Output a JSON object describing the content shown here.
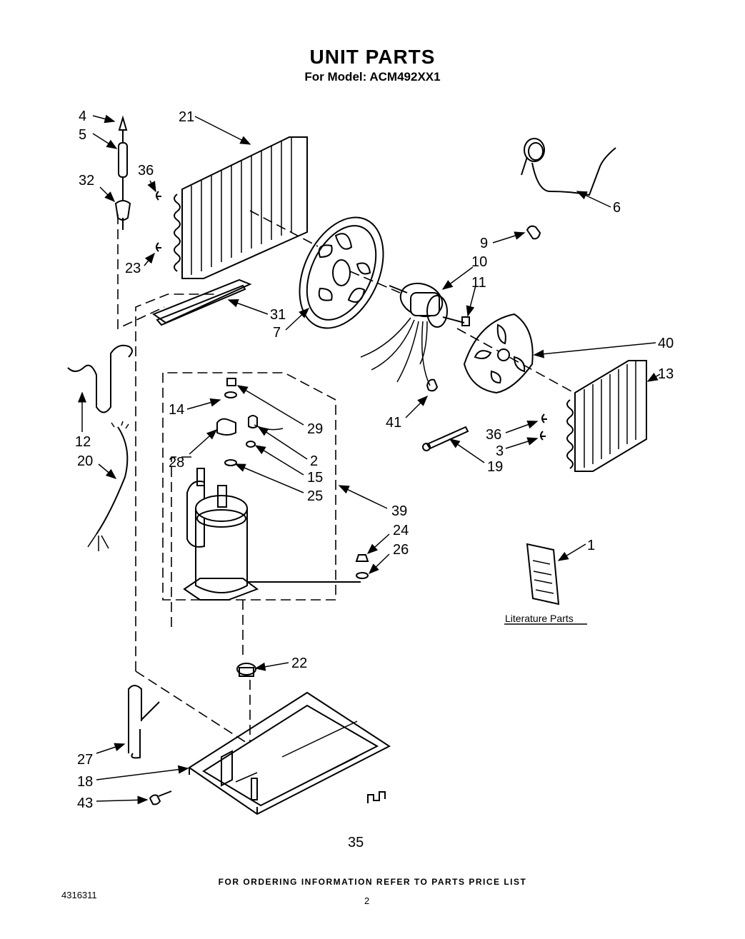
{
  "header": {
    "title": "UNIT PARTS",
    "subtitle": "For Model: ACM492XX1"
  },
  "callouts": [
    "4",
    "5",
    "32",
    "36",
    "23",
    "21",
    "31",
    "7",
    "12",
    "20",
    "14",
    "29",
    "2",
    "28",
    "15",
    "25",
    "39",
    "24",
    "26",
    "22",
    "27",
    "18",
    "43",
    "35",
    "6",
    "9",
    "10",
    "11",
    "40",
    "13",
    "41",
    "36",
    "3",
    "19",
    "1"
  ],
  "literature_label": "Literature Parts",
  "footer": {
    "ordering_note": "FOR ORDERING INFORMATION REFER TO PARTS PRICE LIST",
    "document_number": "4316311",
    "page_number": "2"
  }
}
